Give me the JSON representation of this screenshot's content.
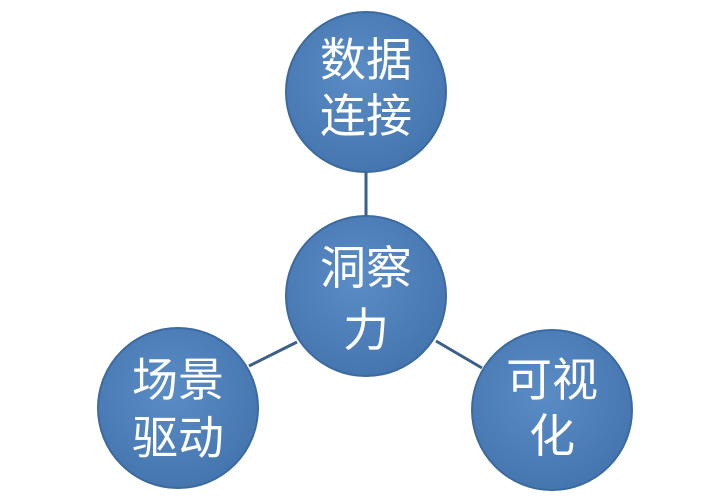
{
  "colors": {
    "node_fill": "#4f81bd",
    "node_stroke": "#3b6aa0",
    "connector": "#3b5f8c",
    "text": "#ffffff",
    "background": "#ffffff"
  },
  "nodes": {
    "center": {
      "line1": "洞察",
      "line2": "力"
    },
    "top": {
      "line1": "数据",
      "line2": "连接"
    },
    "left": {
      "line1": "场景",
      "line2": "驱动"
    },
    "right": {
      "line1": "可视",
      "line2": "化"
    }
  }
}
